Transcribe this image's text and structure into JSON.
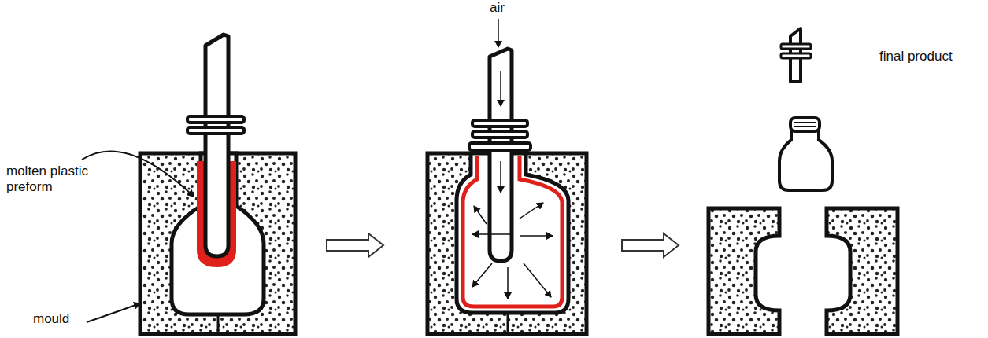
{
  "diagram": {
    "labels": [
      "molten plastic preform",
      "mould",
      "air",
      "final product"
    ]
  }
}
